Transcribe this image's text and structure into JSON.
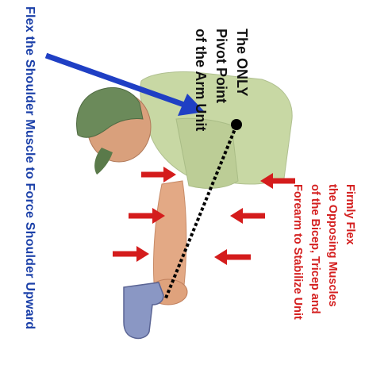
{
  "labels": {
    "title": "Flex the Shoulder Muscle to Force Shoulder Upward",
    "pivot_lines": [
      "The ONLY",
      "Pivot Point",
      "of the Arm Unit"
    ],
    "flex_lines": [
      "Firmly Flex",
      "the Opposing Muscles",
      "of the Bicep, Tricep and",
      "Forearm to Stabilize Unit"
    ]
  },
  "colors": {
    "title_text": "#1a3fa8",
    "title_arrow": "#1f3fc4",
    "pivot_text": "#111111",
    "flex_text": "#d42020",
    "force_arrows": "#d41c1c",
    "shirt": "#c8d8a4",
    "skin": "#e3a985",
    "cap": "#6b8a5a",
    "pistol": "#8a97c4"
  }
}
